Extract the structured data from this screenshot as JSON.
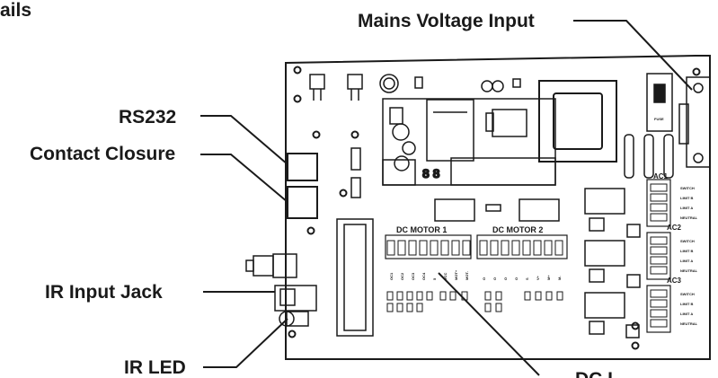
{
  "header_fragment": "ails",
  "callouts": {
    "mains": "Mains Voltage Input",
    "rs232": "RS232",
    "contact": "Contact Closure",
    "ir_jack": "IR Input Jack",
    "ir_led": "IR LED",
    "bottom_cut": "DC L"
  },
  "board": {
    "dc_motor_1": "DC MOTOR 1",
    "dc_motor_2": "DC MOTOR 2",
    "ac1": "AC1",
    "ac2": "AC2",
    "ac3": "AC3",
    "ac_pins": [
      "SWITCH",
      "LIMIT B",
      "LIMIT A",
      "NEUTRAL"
    ],
    "motor1_pins": [
      "OC1",
      "OC2",
      "OC3",
      "OC4",
      "5",
      "VCC",
      "MOT+",
      "MOT-"
    ],
    "motor2_pins": [
      "O",
      "O",
      "O",
      "O",
      "S",
      "V+",
      "M+",
      "M-"
    ],
    "fuse_label": "FUSE"
  }
}
